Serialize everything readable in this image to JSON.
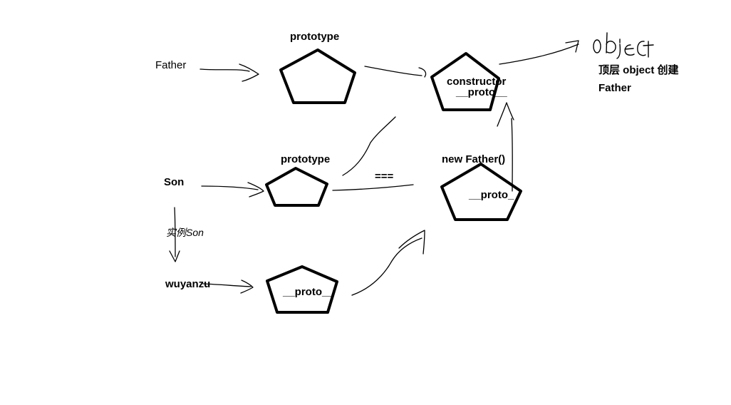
{
  "labels": {
    "father": "Father",
    "prototype_top": "prototype",
    "constructor": "constructor",
    "proto_top": "__proto__",
    "object_hand": "object",
    "top_object_line1": "顶层 object 创建",
    "top_object_line2": "Father",
    "prototype_mid": "prototype",
    "new_father": "new Father()",
    "son": "Son",
    "triple_equal": "===",
    "proto_mid": "__proto_",
    "instance_son": "实例Son",
    "wuyanzu": "wuyanzu",
    "proto_bottom": "__proto__"
  },
  "colors": {
    "ink": "#000000",
    "background": "#ffffff"
  }
}
